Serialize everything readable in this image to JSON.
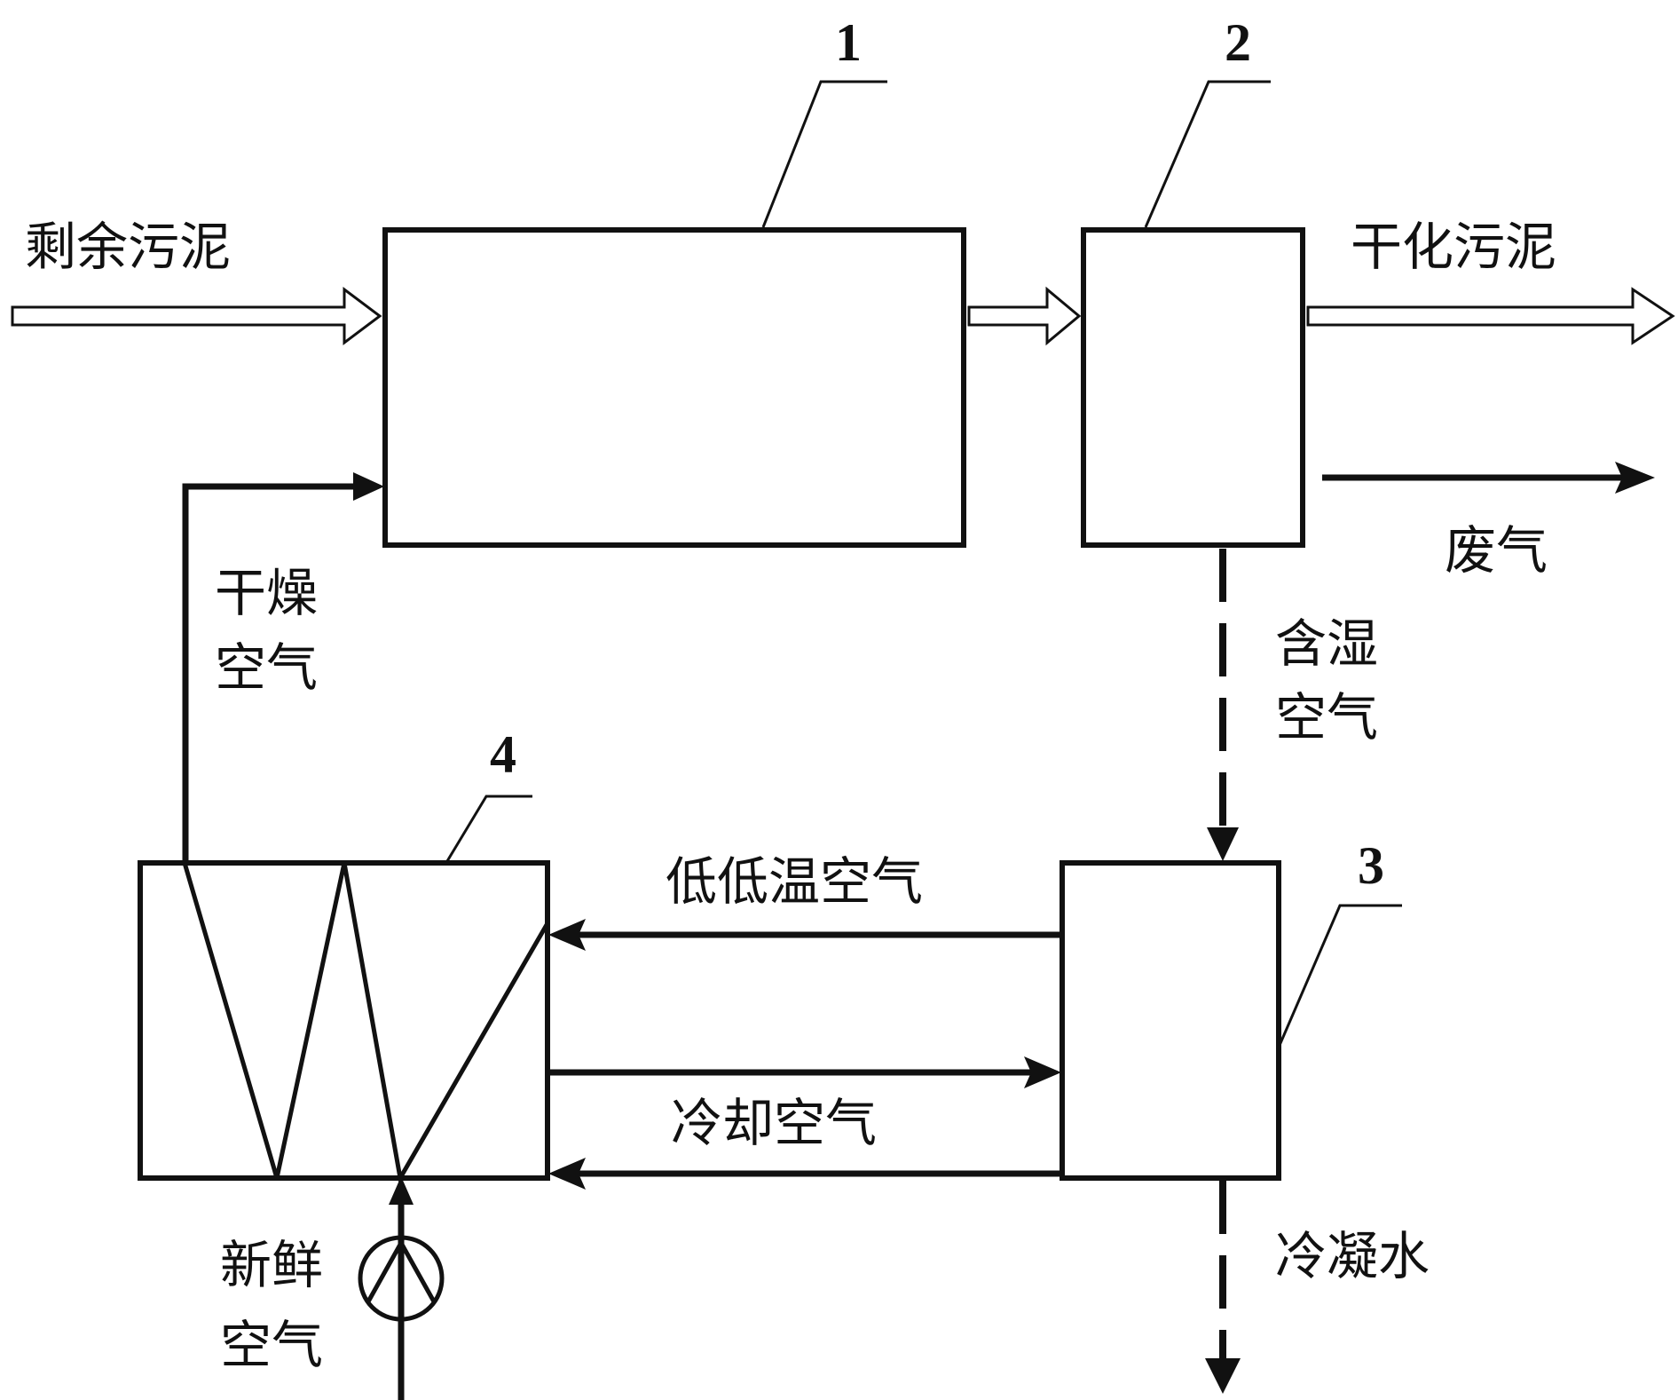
{
  "diagram": {
    "units": {
      "dryer": {
        "number": "1"
      },
      "separator": {
        "number": "2"
      },
      "condenser": {
        "number": "3"
      },
      "heat_exchanger": {
        "number": "4"
      }
    },
    "flows": {
      "sludge_in": "剩余污泥",
      "sludge_out": "干化污泥",
      "exhaust": "废气",
      "dry_air_1": "干燥",
      "dry_air_2": "空气",
      "humid_air_1": "含湿",
      "humid_air_2": "空气",
      "low_temp_air": "低低温空气",
      "cooling_air": "冷却空气",
      "condensate": "冷凝水",
      "fresh_air_1": "新鲜",
      "fresh_air_2": "空气"
    }
  }
}
